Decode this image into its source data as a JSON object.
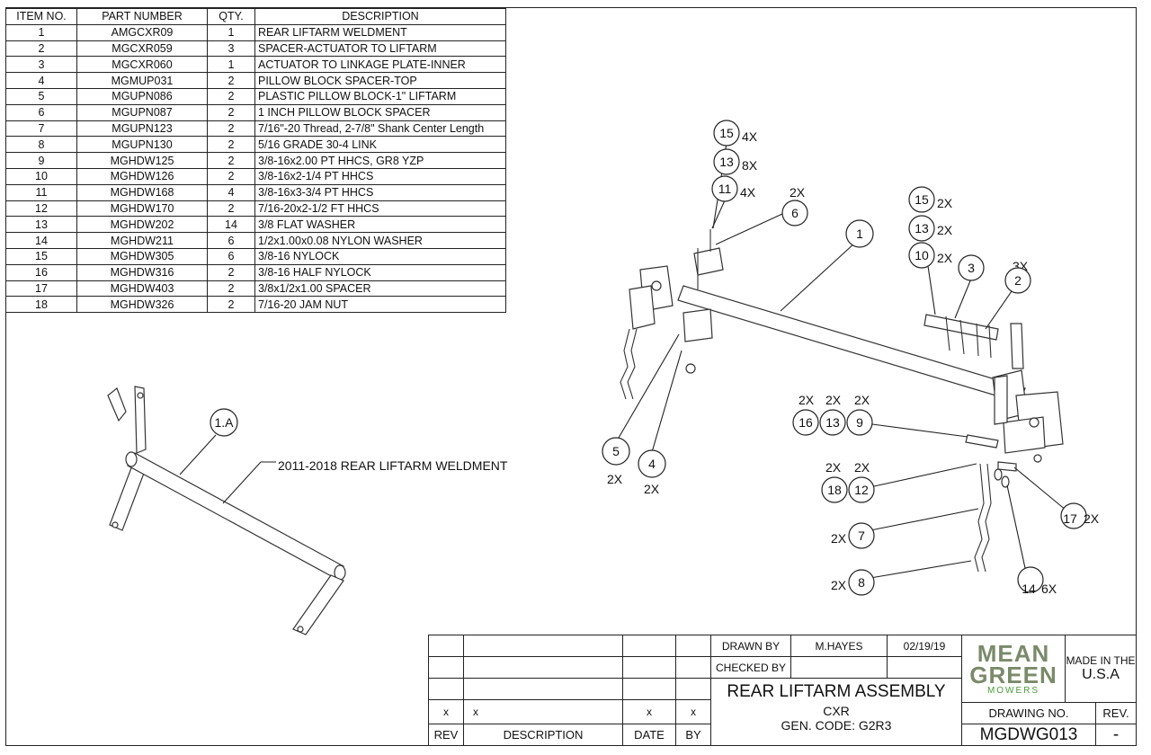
{
  "bom": {
    "headers": [
      "ITEM NO.",
      "PART NUMBER",
      "QTY.",
      "DESCRIPTION"
    ],
    "rows": [
      [
        "1",
        "AMGCXR09",
        "1",
        "REAR LIFTARM WELDMENT"
      ],
      [
        "2",
        "MGCXR059",
        "3",
        "SPACER-ACTUATOR TO LIFTARM"
      ],
      [
        "3",
        "MGCXR060",
        "1",
        "ACTUATOR TO LINKAGE PLATE-INNER"
      ],
      [
        "4",
        "MGMUP031",
        "2",
        "PILLOW BLOCK SPACER-TOP"
      ],
      [
        "5",
        "MGUPN086",
        "2",
        "PLASTIC PILLOW BLOCK-1\" LIFTARM"
      ],
      [
        "6",
        "MGUPN087",
        "2",
        "1 INCH PILLOW BLOCK SPACER"
      ],
      [
        "7",
        "MGUPN123",
        "2",
        "7/16\"-20 Thread, 2-7/8\" Shank Center Length"
      ],
      [
        "8",
        "MGUPN130",
        "2",
        "5/16 GRADE 30-4 LINK"
      ],
      [
        "9",
        "MGHDW125",
        "2",
        "3/8-16x2.00 PT HHCS, GR8 YZP"
      ],
      [
        "10",
        "MGHDW126",
        "2",
        "3/8-16x2-1/4 PT HHCS"
      ],
      [
        "11",
        "MGHDW168",
        "4",
        "3/8-16x3-3/4 PT HHCS"
      ],
      [
        "12",
        "MGHDW170",
        "2",
        "7/16-20x2-1/2 FT HHCS"
      ],
      [
        "13",
        "MGHDW202",
        "14",
        "3/8 FLAT WASHER"
      ],
      [
        "14",
        "MGHDW211",
        "6",
        "1/2x1.00x0.08 NYLON WASHER"
      ],
      [
        "15",
        "MGHDW305",
        "6",
        "3/8-16 NYLOCK"
      ],
      [
        "16",
        "MGHDW316",
        "2",
        "3/8-16 HALF NYLOCK"
      ],
      [
        "17",
        "MGHDW403",
        "2",
        "3/8x1/2x1.00 SPACER"
      ],
      [
        "18",
        "MGHDW326",
        "2",
        "7/16-20 JAM NUT"
      ]
    ]
  },
  "callouts": {
    "c15a": {
      "num": "15",
      "qty": "4X"
    },
    "c13a": {
      "num": "13",
      "qty": "8X"
    },
    "c11": {
      "num": "11",
      "qty": "4X"
    },
    "c6": {
      "num": "6",
      "qty": "2X"
    },
    "c1": {
      "num": "1",
      "qty": ""
    },
    "c15b": {
      "num": "15",
      "qty": "2X"
    },
    "c13b": {
      "num": "13",
      "qty": "2X"
    },
    "c10": {
      "num": "10",
      "qty": "2X"
    },
    "c3": {
      "num": "3",
      "qty": ""
    },
    "c2": {
      "num": "2",
      "qty": "3X"
    },
    "c16": {
      "num": "16",
      "qty": "2X"
    },
    "c13c": {
      "num": "13",
      "qty": "2X"
    },
    "c9": {
      "num": "9",
      "qty": "2X"
    },
    "c18": {
      "num": "18",
      "qty": "2X"
    },
    "c12": {
      "num": "12",
      "qty": "2X"
    },
    "c17": {
      "num": "17",
      "qty": "2X"
    },
    "c7": {
      "num": "7",
      "qty": "2X"
    },
    "c8": {
      "num": "8",
      "qty": "2X"
    },
    "c14": {
      "num": "14",
      "qty": "6X"
    },
    "c5": {
      "num": "5",
      "qty": "2X"
    },
    "c4": {
      "num": "4",
      "qty": "2X"
    },
    "c1a": {
      "num": "1.A",
      "qty": ""
    }
  },
  "weldment_label": "2011-2018 REAR LIFTARM WELDMENT",
  "title_block": {
    "drawn_by_label": "DRAWN BY",
    "drawn_by": "M.HAYES",
    "date": "02/19/19",
    "checked_by_label": "CHECKED BY",
    "title": "REAR LIFTARM ASSEMBLY",
    "model": "CXR",
    "gen_code": "GEN. CODE: G2R3",
    "made_in_line1": "MADE IN THE",
    "made_in_line2": "U.S.A",
    "drawing_no_label": "DRAWING NO.",
    "drawing_no": "MGDWG013",
    "rev_label": "REV.",
    "rev": "-",
    "rev_row": {
      "rev": "x",
      "description": "x",
      "date": "x",
      "by": "x"
    },
    "rev_headers": {
      "rev": "REV",
      "description": "DESCRIPTION",
      "date": "DATE",
      "by": "BY"
    },
    "logo_line1": "MEAN",
    "logo_line2": "GREEN",
    "logo_line3": "MOWERS",
    "logo_color": "#7a8a6a",
    "logo_accent": "#4a9a3a"
  }
}
